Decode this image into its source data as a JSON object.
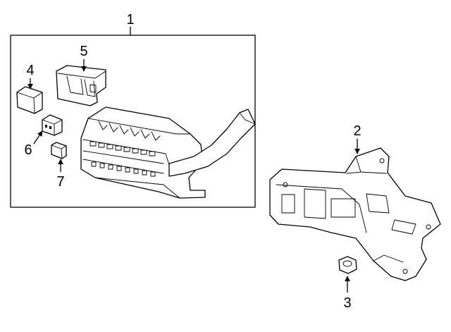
{
  "callouts": {
    "c1": "1",
    "c2": "2",
    "c3": "3",
    "c4": "4",
    "c5": "5",
    "c6": "6",
    "c7": "7"
  },
  "line_color": "#000000",
  "background_color": "#ffffff"
}
